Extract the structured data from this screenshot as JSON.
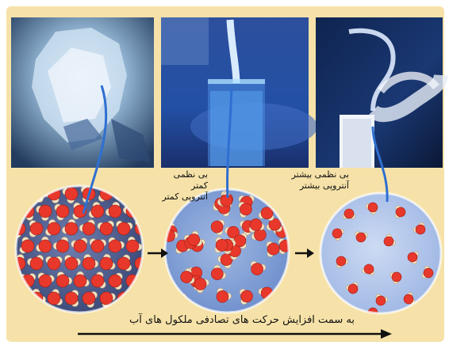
{
  "labels": {
    "lower_line1": "بی نظمی کمتر",
    "lower_line2": "آنتروپی کمتر",
    "higher_line1": "بی نظمی بیشتر",
    "higher_line2": "آنتروپی بیشتر"
  },
  "caption": "به سمت افزایش حرکت های تصادفی ملکول های آب",
  "panels": {
    "solid": "ice",
    "liquid": "water",
    "gas": "steam"
  },
  "colors": {
    "background": "#f6e2a8",
    "oxygen": "#e8382c",
    "hydrogen": "#f1e4c6",
    "connector": "#2f6fd1"
  }
}
